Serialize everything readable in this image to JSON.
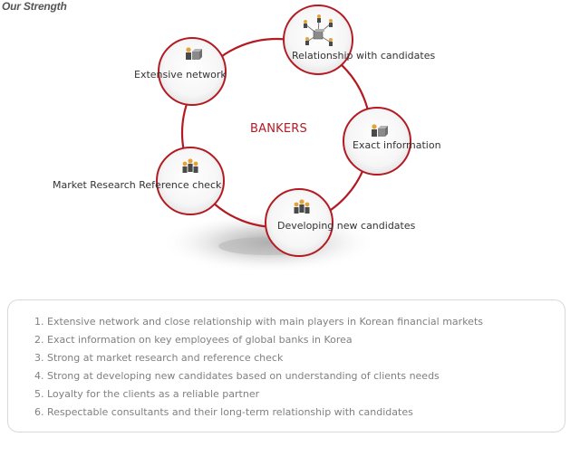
{
  "page": {
    "title": "Our Strength"
  },
  "diagram": {
    "center_label": "BANKERS",
    "nodes": [
      {
        "label": "Relationship with candidates",
        "icon": "network-hub-icon"
      },
      {
        "label": "Extensive network",
        "icon": "person-cube-icon"
      },
      {
        "label": "Exact information",
        "icon": "person-cube-icon"
      },
      {
        "label": "Market Research Reference check",
        "icon": "group-people-icon"
      },
      {
        "label": "Developing new candidates",
        "icon": "group-people-icon"
      }
    ]
  },
  "strengths": {
    "items": [
      "1. Extensive network and close relationship with main players in Korean financial markets",
      "2. Exact information on key employees of global banks in Korea",
      "3. Strong at market research and reference check",
      "4. Strong at developing new candidates based on understanding of clients needs",
      "5. Loyalty for the clients as a reliable partner",
      "6. Respectable consultants and their long-term relationship with candidates"
    ]
  },
  "colors": {
    "accent": "#b31b24",
    "icon_orange": "#e3a23a",
    "icon_dark": "#4a4a4a",
    "muted_text": "#808080"
  }
}
